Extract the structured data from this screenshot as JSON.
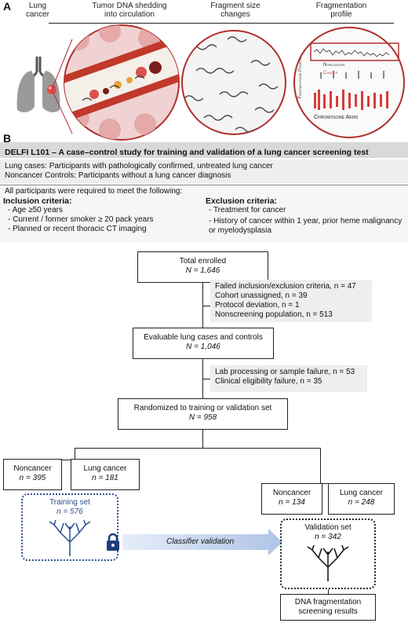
{
  "panel_a": {
    "letter": "A",
    "headers": [
      "Lung\ncancer",
      "Tumor DNA shedding\ninto circulation",
      "Fragment size\nchanges",
      "Fragmentation\nprofile"
    ],
    "fragmentome_axis": "Fragmentome Profile",
    "legend_noncancer": "Noncancer",
    "legend_cancer": "Cancer",
    "chromosome_arms": "Chromosome Arms"
  },
  "panel_b": {
    "letter": "B",
    "title": "DELFI L101 – A case–control study for training and validation of a lung cancer screening test",
    "cases_line": "Lung cases: Participants with pathologically confirmed, untreated lung cancer",
    "controls_line": "Noncancer Controls: Participants without a lung cancer diagnosis",
    "all_participants": "All participants were required to meet the following:",
    "inclusion_title": "Inclusion criteria:",
    "inclusion_items": [
      "Age ≥50 years",
      "Current / former smoker ≥ 20 pack years",
      "Planned or recent thoracic CT imaging"
    ],
    "exclusion_title": "Exclusion criteria:",
    "exclusion_items": [
      "Treatment for cancer",
      "History of cancer within 1 year, prior heme malignancy or myelodysplasia"
    ]
  },
  "flow": {
    "total_label": "Total enrolled",
    "total_n": "N = 1,646",
    "excl1": [
      "Failed inclusion/exclusion criteria, n = 47",
      "Cohort unassigned, n = 39",
      "Protocol deviation, n = 1",
      "Nonscreening population, n = 513"
    ],
    "evaluable_label": "Evaluable lung cases and controls",
    "evaluable_n": "N = 1,046",
    "excl2": [
      "Lab processing or sample failure, n = 53",
      "Clinical eligibility failure, n = 35"
    ],
    "randomized_label": "Randomized to training or validation set",
    "randomized_n": "N = 958",
    "train_noncancer": "Noncancer",
    "train_noncancer_n": "n = 395",
    "train_cancer": "Lung cancer",
    "train_cancer_n": "n = 181",
    "training_set": "Training set",
    "training_n": "n = 576",
    "classifier": "Classifier validation",
    "val_noncancer": "Noncancer",
    "val_noncancer_n": "n = 134",
    "val_cancer": "Lung cancer",
    "val_cancer_n": "n = 248",
    "validation_set": "Validation set",
    "validation_n": "n = 342",
    "results": "DNA fragmentation\nscreening results"
  }
}
